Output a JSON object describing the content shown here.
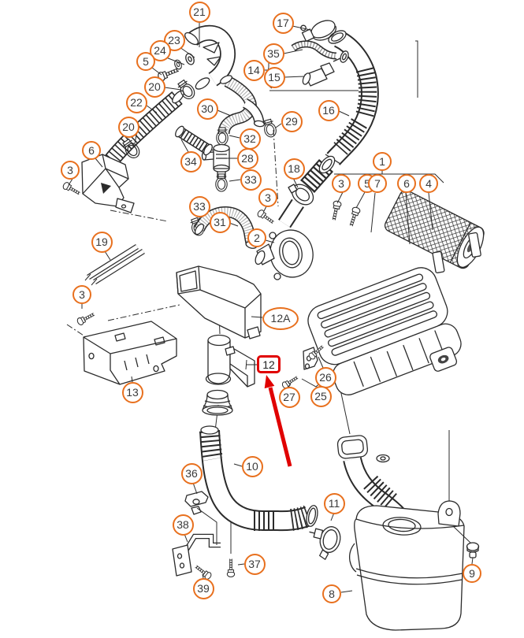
{
  "diagram": {
    "type": "exploded-parts-diagram",
    "subject": "air cleaner and intake hose assembly",
    "colors": {
      "callout_outline": "#e8701e",
      "highlight_red": "#e00000",
      "line_art": "#2b2b2b",
      "background": "#ffffff"
    },
    "callouts": [
      {
        "label": "21"
      },
      {
        "label": "23"
      },
      {
        "label": "24"
      },
      {
        "label": "5"
      },
      {
        "label": "20"
      },
      {
        "label": "22"
      },
      {
        "label": "20"
      },
      {
        "label": "6"
      },
      {
        "label": "3"
      },
      {
        "label": "17"
      },
      {
        "label": "35"
      },
      {
        "label": "14"
      },
      {
        "label": "15"
      },
      {
        "label": "30"
      },
      {
        "label": "32"
      },
      {
        "label": "29"
      },
      {
        "label": "16"
      },
      {
        "label": "34"
      },
      {
        "label": "28"
      },
      {
        "label": "33"
      },
      {
        "label": "33"
      },
      {
        "label": "31"
      },
      {
        "label": "18"
      },
      {
        "label": "3"
      },
      {
        "label": "2"
      },
      {
        "label": "1"
      },
      {
        "label": "3"
      },
      {
        "label": "5"
      },
      {
        "label": "7"
      },
      {
        "label": "6"
      },
      {
        "label": "4"
      },
      {
        "label": "19"
      },
      {
        "label": "3"
      },
      {
        "label": "13"
      },
      {
        "label": "12A"
      },
      {
        "label": "27"
      },
      {
        "label": "26"
      },
      {
        "label": "25"
      },
      {
        "label": "36"
      },
      {
        "label": "10"
      },
      {
        "label": "38"
      },
      {
        "label": "37"
      },
      {
        "label": "39"
      },
      {
        "label": "11"
      },
      {
        "label": "8"
      },
      {
        "label": "9"
      }
    ],
    "highlighted_callout": {
      "label": "12"
    }
  }
}
